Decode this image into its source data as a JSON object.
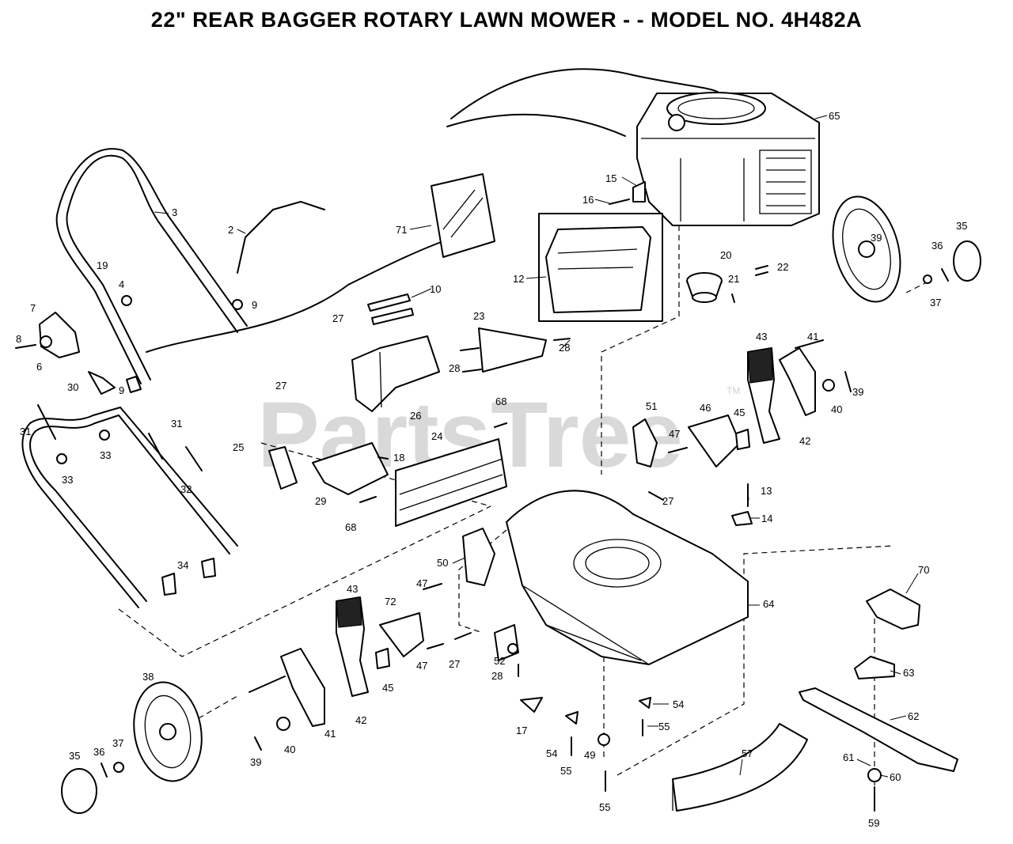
{
  "title": "22\" REAR BAGGER ROTARY LAWN MOWER - - MODEL NO. 4H482A",
  "watermark": "PartsTree",
  "watermark_mark": "TM",
  "callouts": [
    "65",
    "15",
    "16",
    "71",
    "12",
    "20",
    "21",
    "22",
    "35",
    "36",
    "39",
    "37",
    "3",
    "2",
    "19",
    "4",
    "9",
    "7",
    "8",
    "6",
    "30",
    "9",
    "10",
    "27",
    "23",
    "28",
    "28",
    "27",
    "26",
    "43",
    "41",
    "39",
    "40",
    "51",
    "46",
    "45",
    "47",
    "31",
    "31",
    "33",
    "33",
    "25",
    "18",
    "68",
    "24",
    "29",
    "68",
    "32",
    "34",
    "42",
    "13",
    "14",
    "27",
    "50",
    "47",
    "72",
    "43",
    "70",
    "64",
    "38",
    "40",
    "39",
    "41",
    "42",
    "45",
    "47",
    "27",
    "52",
    "28",
    "17",
    "54",
    "54",
    "55",
    "49",
    "55",
    "55",
    "57",
    "63",
    "62",
    "61",
    "60",
    "59",
    "35",
    "36",
    "37"
  ]
}
